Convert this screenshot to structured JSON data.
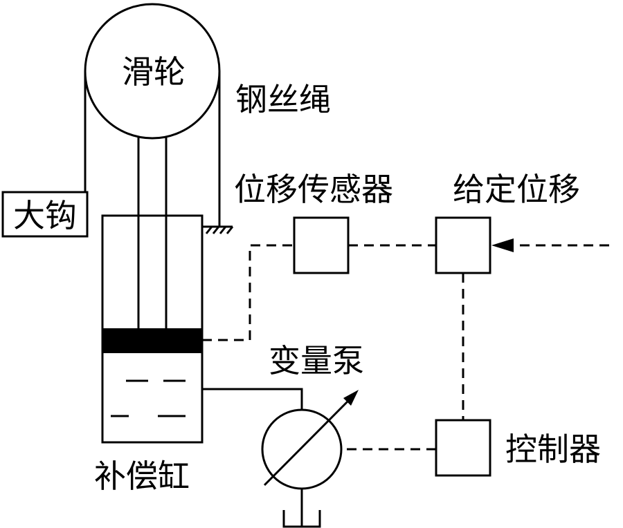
{
  "labels": {
    "pulley": "滑轮",
    "wire_rope": "钢丝绳",
    "big_hook": "大钩",
    "displacement_sensor": "位移传感器",
    "given_displacement": "给定位移",
    "variable_pump": "变量泵",
    "controller": "控制器",
    "compensation_cylinder": "补偿缸"
  }
}
